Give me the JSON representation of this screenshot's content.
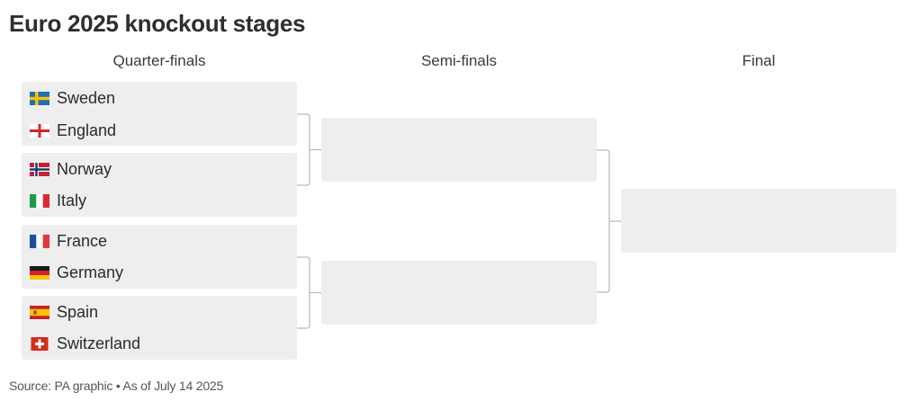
{
  "title": "Euro 2025 knockout stages",
  "rounds": {
    "quarter_finals": "Quarter-finals",
    "semi_finals": "Semi-finals",
    "final": "Final"
  },
  "quarter_finals": [
    {
      "team1": {
        "name": "Sweden",
        "flag": "sweden-flag-icon"
      },
      "team2": {
        "name": "England",
        "flag": "england-flag-icon"
      }
    },
    {
      "team1": {
        "name": "Norway",
        "flag": "norway-flag-icon"
      },
      "team2": {
        "name": "Italy",
        "flag": "italy-flag-icon"
      }
    },
    {
      "team1": {
        "name": "France",
        "flag": "france-flag-icon"
      },
      "team2": {
        "name": "Germany",
        "flag": "germany-flag-icon"
      }
    },
    {
      "team1": {
        "name": "Spain",
        "flag": "spain-flag-icon"
      },
      "team2": {
        "name": "Switzerland",
        "flag": "switzerland-flag-icon"
      }
    }
  ],
  "colors": {
    "box_fill": "#eeeeee",
    "connector": "#bbbbbb",
    "title": "#2e2e2e"
  },
  "source": "Source: PA graphic • As of July 14 2025"
}
